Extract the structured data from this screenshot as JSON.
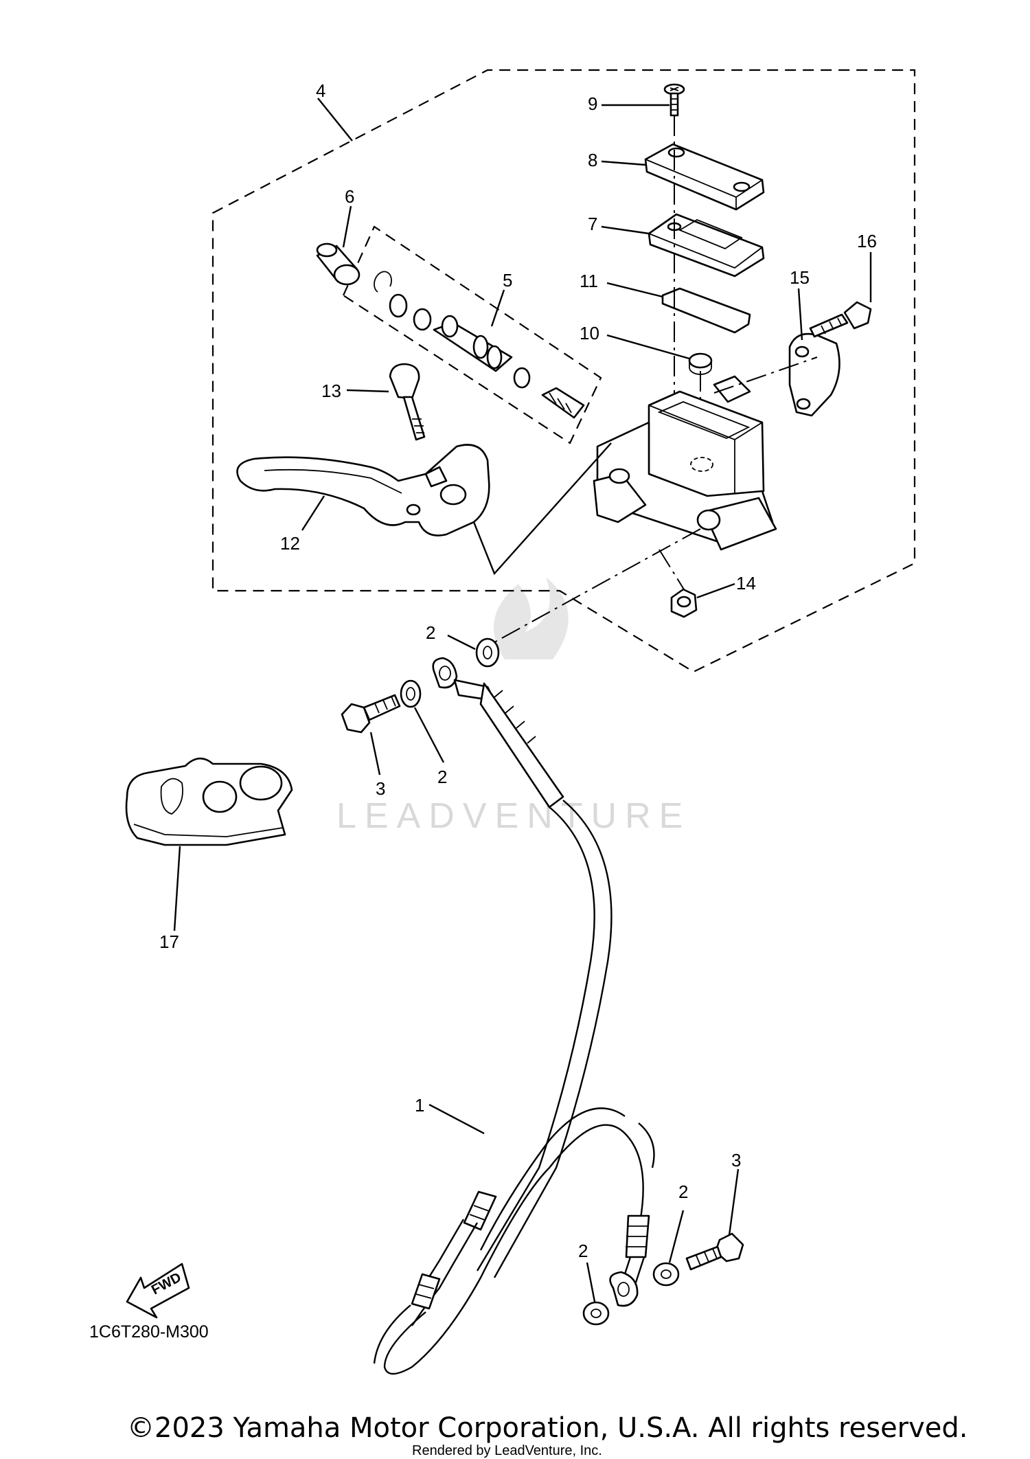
{
  "callouts": {
    "c1": "1",
    "c2a": "2",
    "c2b": "2",
    "c2c": "2",
    "c2d": "2",
    "c3a": "3",
    "c3b": "3",
    "c4": "4",
    "c5": "5",
    "c6": "6",
    "c7": "7",
    "c8": "8",
    "c9": "9",
    "c10": "10",
    "c11": "11",
    "c12": "12",
    "c13": "13",
    "c14": "14",
    "c15": "15",
    "c16": "16",
    "c17": "17"
  },
  "diagram_code": "1C6T280-M300",
  "fwd_label": "FWD",
  "watermark": "LEADVENTURE",
  "copyright": "©2023 Yamaha Motor Corporation, U.S.A. All rights reserved.",
  "rendered_by": "Rendered by LeadVenture, Inc."
}
